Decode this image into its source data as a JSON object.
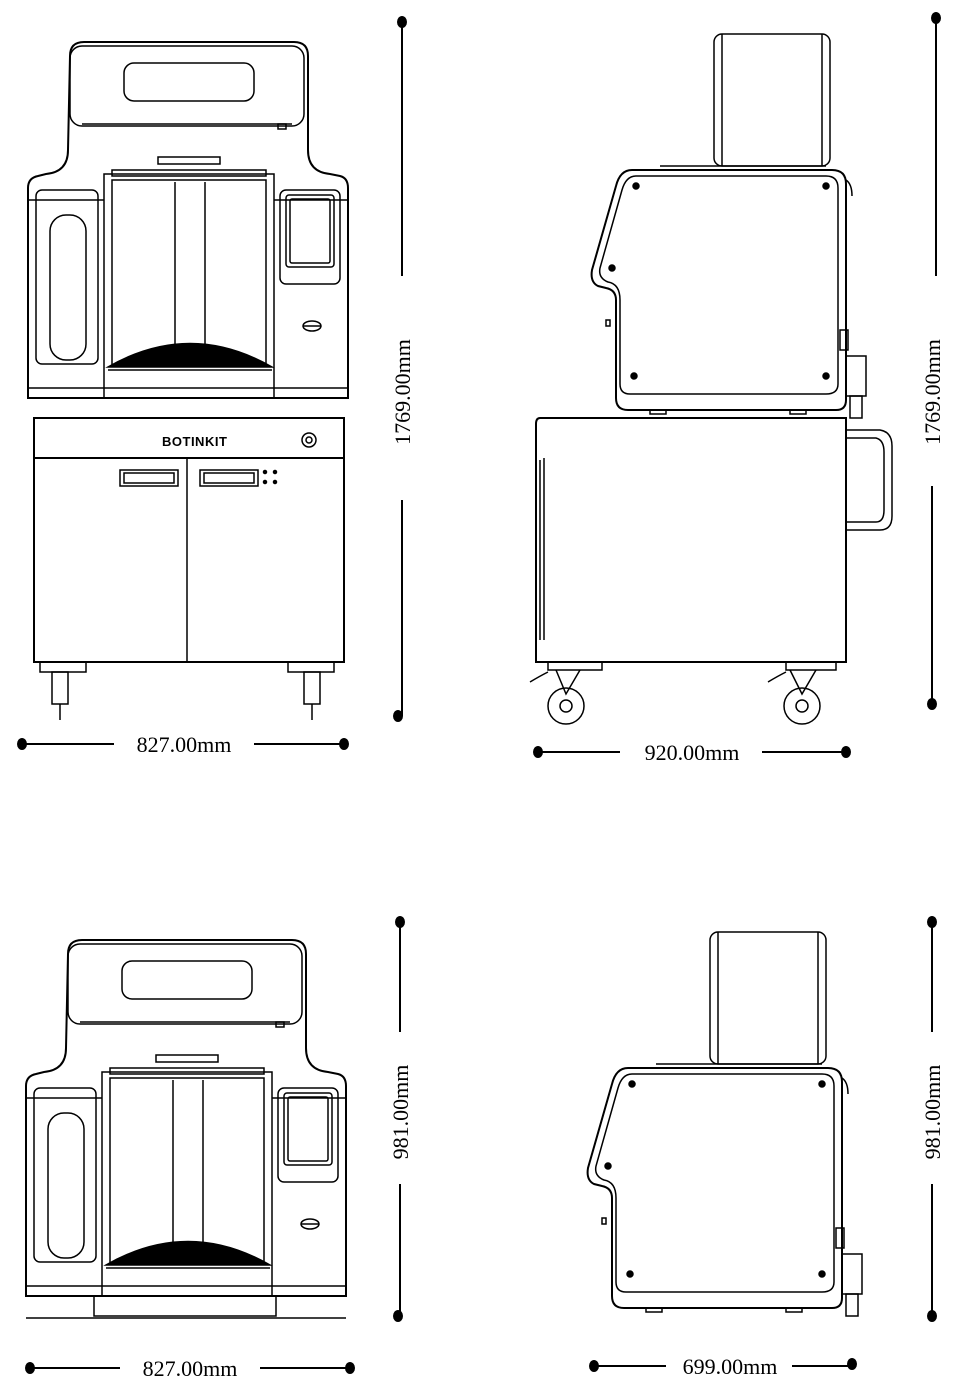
{
  "brand": "BOTINKIT",
  "views": {
    "front_full": {
      "height_label": "1769.00mm",
      "width_label": "827.00mm"
    },
    "side_full": {
      "height_label": "1769.00mm",
      "width_label": "920.00mm"
    },
    "front_top": {
      "height_label": "981.00mm",
      "width_label": "827.00mm"
    },
    "side_top": {
      "height_label": "981.00mm",
      "width_label": "699.00mm"
    }
  },
  "colors": {
    "ink": "#000000",
    "paper": "#ffffff"
  }
}
